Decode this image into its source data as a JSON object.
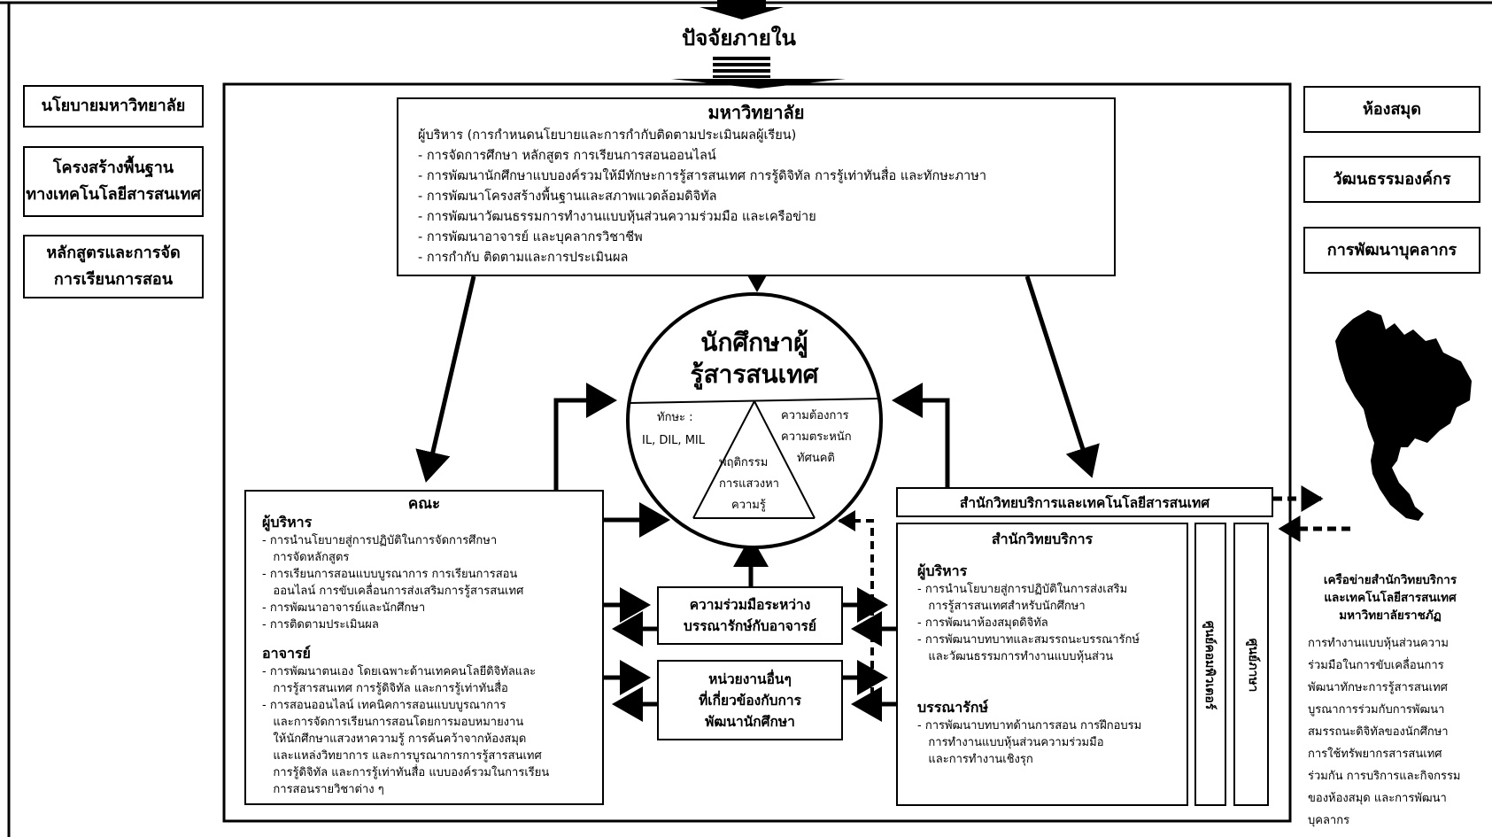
{
  "internal_factors_title": "ปัจจัยภายใน",
  "left_factors": [
    "นโยบายมหาวิทยาลัย",
    "โครงสร้างพื้นฐาน\nทางเทคโนโลยีสารสนเทศ",
    "หลักสูตรและการจัด\nการเรียนการสอน"
  ],
  "right_factors": [
    "ห้องสมุด",
    "วัฒนธรรมองค์กร",
    "การพัฒนาบุคลากร"
  ],
  "university": {
    "title": "มหาวิทยาลัย",
    "lines": [
      "ผู้บริหาร (การกำหนดนโยบายและการกำกับติดตามประเมินผลผู้เรียน)",
      "- การจัดการศึกษา หลักสูตร การเรียนการสอนออนไลน์",
      "- การพัฒนานักศึกษาแบบองค์รวมให้มีทักษะการรู้สารสนเทศ การรู้ดิจิทัล การรู้เท่าทันสื่อ และทักษะภาษา",
      "- การพัฒนาโครงสร้างพื้นฐานและสภาพแวดล้อมดิจิทัล",
      "- การพัฒนาวัฒนธรรมการทำงานแบบหุ้นส่วนความร่วมมือ และเครือข่าย",
      "- การพัฒนาอาจารย์ และบุคลากรวิชาชีพ",
      "- การกำกับ ติดตามและการประเมินผล"
    ]
  },
  "center": {
    "title_line1": "นักศึกษาผู้",
    "title_line2": "รู้สารสนเทศ",
    "left_lines": [
      "ทักษะ :",
      "IL, DIL, MIL"
    ],
    "right_lines": [
      "ความต้องการ",
      "ความตระหนัก",
      "ทัศนคติ"
    ],
    "bottom_lines": [
      "พฤติกรรม",
      "การแสวงหา",
      "ความรู้"
    ]
  },
  "faculty": {
    "title": "คณะ",
    "admin_heading": "ผู้บริหาร",
    "admin_lines": [
      "- การนำนโยบายสู่การปฏิบัติในการจัดการศึกษา",
      "   การจัดหลักสูตร",
      "- การเรียนการสอนแบบบูรณาการ การเรียนการสอน",
      "   ออนไลน์ การขับเคลื่อนการส่งเสริมการรู้สารสนเทศ",
      "- การพัฒนาอาจารย์และนักศึกษา",
      "- การติดตามประเมินผล"
    ],
    "teacher_heading": "อาจารย์",
    "teacher_lines": [
      "- การพัฒนาตนเอง โดยเฉพาะด้านเทคคนโลยีดิจิทัลและ",
      "   การรู้สารสนเทศ การรู้ดิจิทัล และการรู้เท่าทันสื่อ",
      "- การสอนออนไลน์ เทคนิคการสอนแบบบูรณาการ",
      "   และการจัดการเรียนการสอนโดยการมอบหมายงาน",
      "   ให้นักศึกษาแสวงหาความรู้ การค้นคว้าจากห้องสมุด",
      "   และแหล่งวิทยาการ และการบูรณาการการรู้สารสนเทศ",
      "   การรู้ดิจิทัล และการรู้เท่าทันสื่อ แบบองค์รวมในการเรียน",
      "   การสอนรายวิชาต่าง ๆ"
    ]
  },
  "collab_box": [
    "ความร่วมมือระหว่าง",
    "บรรณารักษ์กับอาจารย์"
  ],
  "other_units_box": [
    "หน่วยงานอื่นๆ",
    "ที่เกี่ยวข้องกับการ",
    "พัฒนานักศึกษา"
  ],
  "office": {
    "header": "สำนักวิทยบริการและเทคโนโลยีสารสนเทศ",
    "title": "สำนักวิทยบริการ",
    "admin_heading": "ผู้บริหาร",
    "admin_lines": [
      "- การนำนโยบายสู่การปฏิบัติในการส่งเสริม",
      "   การรู้สารสนเทศสำหรับนักศึกษา",
      "- การพัฒนาห้องสมุดดิจิทัล",
      "- การพัฒนาบทบาทและสมรรถนะบรรณารักษ์",
      "   และวัฒนธรรมการทำงานแบบหุ้นส่วน"
    ],
    "librarian_heading": "บรรณารักษ์",
    "librarian_lines": [
      "- การพัฒนาบทบาทด้านการสอน การฝึกอบรม",
      "   การทำงานแบบหุ้นส่วนความร่วมมือ",
      "   และการทำงานเชิงรุก"
    ],
    "computer_center": "ศูนย์คอมพิวเตอร์",
    "language_center": "ศูนย์ภาษา"
  },
  "network": {
    "title_lines": [
      "เครือข่ายสำนักวิทยบริการ",
      "และเทคโนโลยีสารสนเทศ",
      "มหาวิทยาลัยราชภัฏ"
    ],
    "body_lines": [
      "การทำงานแบบหุ้นส่วนความ",
      "ร่วมมือในการขับเคลื่อนการ",
      "พัฒนาทักษะการรู้สารสนเทศ",
      "บูรณาการร่วมกับการพัฒนา",
      "สมรรถนะดิจิทัลของนักศึกษา",
      "การใช้ทรัพยากรสารสนเทศ",
      "ร่วมกัน การบริการและกิจกรรม",
      "ของห้องสมุด และการพัฒนา",
      "บุคลากร"
    ]
  }
}
